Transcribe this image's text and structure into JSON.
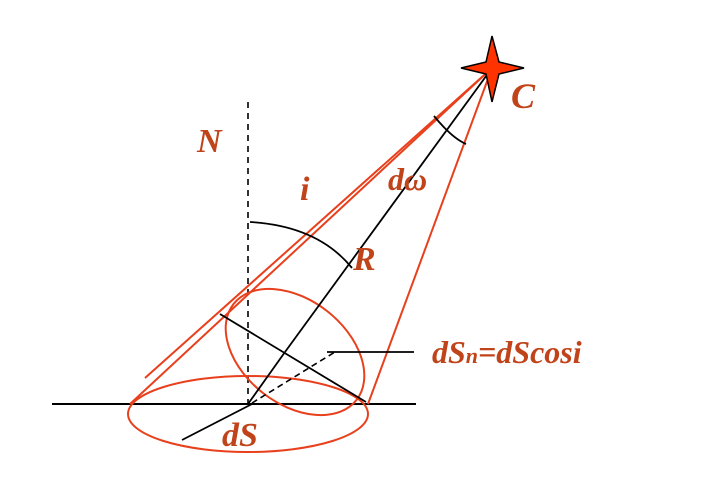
{
  "labels": {
    "star": "C",
    "normal": "N",
    "angle_i": "i",
    "solid_angle": "dω",
    "distance": "R",
    "area": "dS",
    "formula_prefix": "dS",
    "formula_sub": "n",
    "formula_rest": "=dScosi"
  },
  "colors": {
    "accent": "#e8401c",
    "star_fill": "#ff3300",
    "line": "#000000",
    "label": "#c0431a"
  }
}
